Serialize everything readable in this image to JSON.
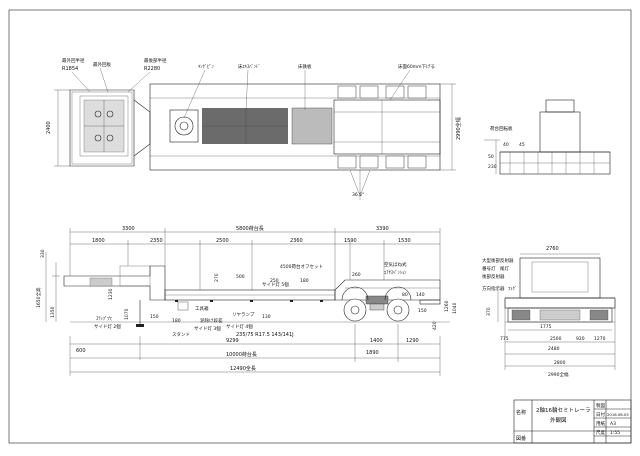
{
  "top_view": {
    "labels": {
      "outer_radius": "最外回半径",
      "outer_radius_value": "R1854",
      "bogie_plate_left": "最外回板",
      "rear_radius": "最後部半径",
      "rear_radius_value": "R2280",
      "kingpin": "ｷﾝｸﾞﾋﾟﾝ",
      "deck_extension": "床ｴｷｽﾊﾟﾝﾄﾞ",
      "floor_plate": "床鉄板",
      "lowered_floor": "床面60mm下げる"
    },
    "dims": {
      "front_width": "2400",
      "overall_width": "2990全幅",
      "rear_angle": "36.5°"
    }
  },
  "side_view": {
    "dims_top": {
      "seg1": "3300",
      "seg2": "5800荷台長",
      "seg3": "3390"
    },
    "dims_row2": [
      "1800",
      "2350",
      "2500",
      "2360",
      "1590",
      "1530"
    ],
    "dims_heights": {
      "h1": "330",
      "h2": "1650全高",
      "h3": "1350",
      "h4": "1230",
      "h5": "1070",
      "h6": "600",
      "h7": "270",
      "h8": "500",
      "h9": "250",
      "h10": "180",
      "h11": "260",
      "h12": "1260",
      "h13": "1040",
      "h14": "420",
      "h15": "150",
      "h16": "130",
      "h17": "80",
      "h18": "140",
      "h19": "180",
      "h20": "150"
    },
    "labels": {
      "load_offset": "4500荷台オフセット",
      "air_suspension": "空気ばね式",
      "air_suspension_2": "ｴｱｻｽﾍﾟﾝｼｮﾝ",
      "tool_box": "工具箱",
      "stand": "スタンド",
      "fender_step": "泥除け段差",
      "rear_ramp": "リヤランプ",
      "side_lamp_left": "サイド灯 2個",
      "side_lamp_mid": "サイド灯 3個",
      "side_lamp_right": "サイド灯 4個",
      "side_lamp_top": "サイド灯 5個",
      "step_left": "ｽﾃｯﾌﾟ穴",
      "tire_spec": "235/75 R17.5 143/141J"
    },
    "dims_bottom": {
      "d1": "600",
      "d2": "9299",
      "d3": "1400",
      "d4": "1890",
      "d5": "1290",
      "d6": "10000荷台長",
      "d7": "12490全長"
    }
  },
  "detail_view": {
    "labels": {
      "top": "荷台回転板",
      "ref1": "40",
      "ref2": "45",
      "ref3": "50",
      "ref4": "230"
    }
  },
  "rear_view": {
    "labels": {
      "top_width": "2760",
      "lamp_front": "大型後部反射器",
      "number_plate": "番号灯",
      "tail_lamp": "尾灯",
      "rear_reflector": "後部反射器",
      "direction_lamp": "方向指示器",
      "rear_fog": "ﾌｫｸﾞ",
      "dim_a": "370",
      "dim_b": "1775",
      "dim_c": "2500",
      "dim_d": "2480",
      "dim_e": "2800",
      "dim_f": "2990全幅",
      "dim_g": "775",
      "dim_h": "920",
      "dim_i": "1270"
    }
  },
  "title_block": {
    "name_label": "名称",
    "drawing_title_line1": "2軸16輪セミトレーラ",
    "drawing_title_line2": "外観図",
    "drawing_no_label": "図番",
    "author_label": "製図",
    "date_label": "日付",
    "date_value": "2016.08.05",
    "paper_label": "用紙",
    "paper_value": "A3",
    "scale_label": "尺度",
    "scale_value": "1:55"
  }
}
